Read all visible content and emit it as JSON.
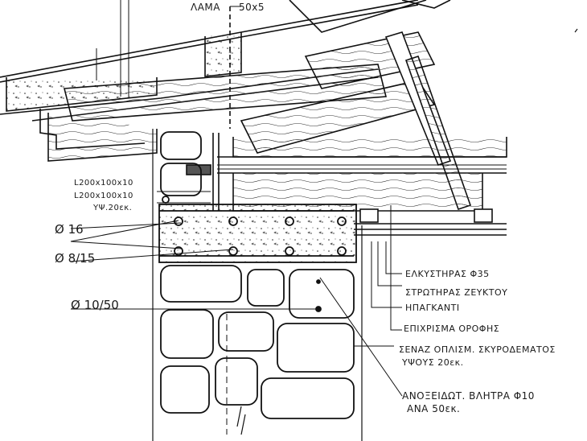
{
  "labels": {
    "lama": "ΛΑΜΑ",
    "lama_size": "50x5",
    "angle_1": "L200x100x10",
    "angle_2": "L200x100x10",
    "angle_height": "ΥΨ.20εκ.",
    "dia_16": "Ø 16",
    "dia_8_15": "Ø 8/15",
    "dia_10_50": "Ø 10/50",
    "elkystiras": "ΕΛΚΥΣΤΗΡΑΣ Φ35",
    "strotiras": "ΣΤΡΩΤΗΡΑΣ ΖΕΥΚΤΟΥ",
    "ipagkanti": "ΗΠΑΓΚΑΝΤΙ",
    "epichrisma": "ΕΠΙΧΡΙΣΜΑ ΟΡΟΦΗΣ",
    "senaz_1": "ΣΕΝΑΖ ΟΠΛΙΣΜ. ΣΚΥΡΟΔΕΜΑΤΟΣ",
    "senaz_2": "ΥΨΟΥΣ 20εκ.",
    "anoxeid_1": "ΑΝΟΞΕΙΔΩΤ. ΒΛΗΤΡΑ Φ10",
    "anoxeid_2": "ΑΝΑ 50εκ."
  }
}
